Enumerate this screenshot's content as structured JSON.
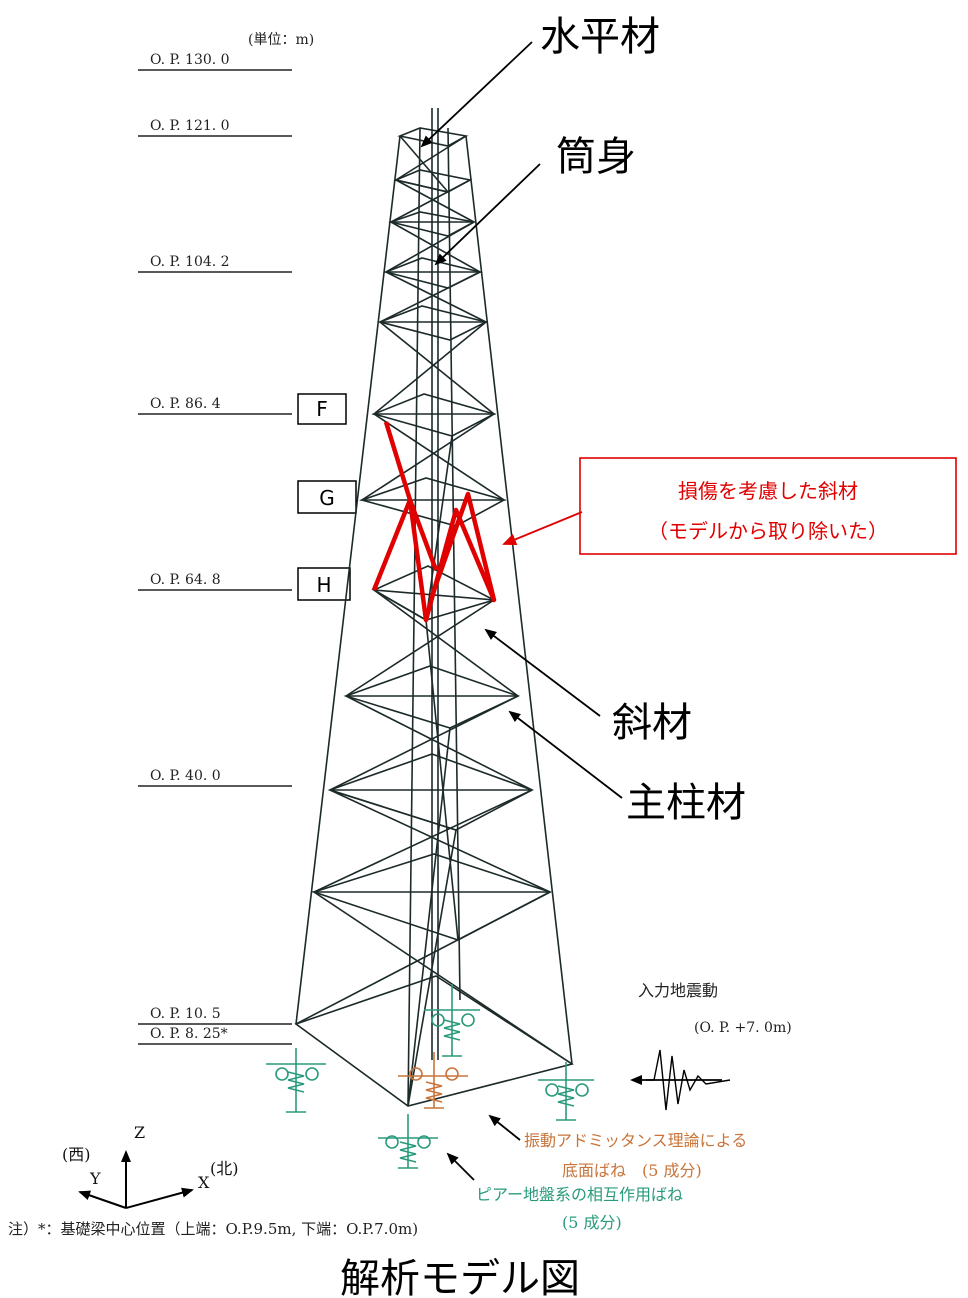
{
  "unit_label": "(単位：m)",
  "levels": [
    {
      "label": "O. P.  130. 0"
    },
    {
      "label": "O. P.  121. 0"
    },
    {
      "label": "O. P.  104. 2"
    },
    {
      "label": "O. P.  86. 4"
    },
    {
      "label": "O. P.  64. 8"
    },
    {
      "label": "O. P.  40. 0"
    },
    {
      "label": "O. P.  10. 5"
    },
    {
      "label": "O. P.    8. 25*"
    }
  ],
  "section_boxes": [
    "F",
    "G",
    "H"
  ],
  "callouts": {
    "horizontal_member": "水平材",
    "cylinder": "筒身",
    "diagonal": "斜材",
    "main_column": "主柱材"
  },
  "damage_box": {
    "line1": "損傷を考慮した斜材",
    "line2": "（モデルから取り除いた）"
  },
  "input_motion": {
    "label": "入力地震動",
    "level": "(O. P.   +7. 0m)"
  },
  "springs": {
    "orange_line1": "振動アドミッタンス理論による",
    "orange_line2": "底面ばね　(5 成分)",
    "green_line1": "ピアー地盤系の相互作用ばね",
    "green_line2": "(5 成分)"
  },
  "axes": {
    "z": "Z",
    "y": "Y",
    "x": "X",
    "west": "(西)",
    "north": "(北)"
  },
  "note": "注）*：基礎梁中心位置（上端：O.P.9.5m,  下端：O.P.7.0m)",
  "title": "解析モデル図",
  "colors": {
    "damaged": "#e00000",
    "orange_spring": "#c8743a",
    "green_spring": "#2a9a7c",
    "tower": "#1d2a2a"
  }
}
